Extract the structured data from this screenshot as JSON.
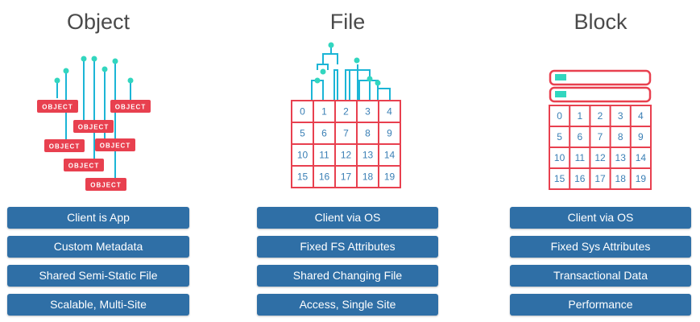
{
  "colors": {
    "accent": "#2f6fa6",
    "cyan": "#1bb5d6",
    "red": "#e8404f",
    "teal": "#32d6bf",
    "grid_text": "#3a7fb5"
  },
  "columns": [
    {
      "title": "Object",
      "object_label": "OBJECT",
      "buttons": [
        "Client is App",
        "Custom Metadata",
        "Shared Semi-Static File",
        "Scalable, Multi-Site"
      ]
    },
    {
      "title": "File",
      "cells": [
        "0",
        "1",
        "2",
        "3",
        "4",
        "5",
        "6",
        "7",
        "8",
        "9",
        "10",
        "11",
        "12",
        "13",
        "14",
        "15",
        "16",
        "17",
        "18",
        "19"
      ],
      "buttons": [
        "Client via OS",
        "Fixed FS Attributes",
        "Shared Changing File",
        "Access, Single Site"
      ]
    },
    {
      "title": "Block",
      "cells": [
        "0",
        "1",
        "2",
        "3",
        "4",
        "5",
        "6",
        "7",
        "8",
        "9",
        "10",
        "11",
        "12",
        "13",
        "14",
        "15",
        "16",
        "17",
        "18",
        "19"
      ],
      "buttons": [
        "Client via OS",
        "Fixed Sys Attributes",
        "Transactional Data",
        "Performance"
      ]
    }
  ]
}
